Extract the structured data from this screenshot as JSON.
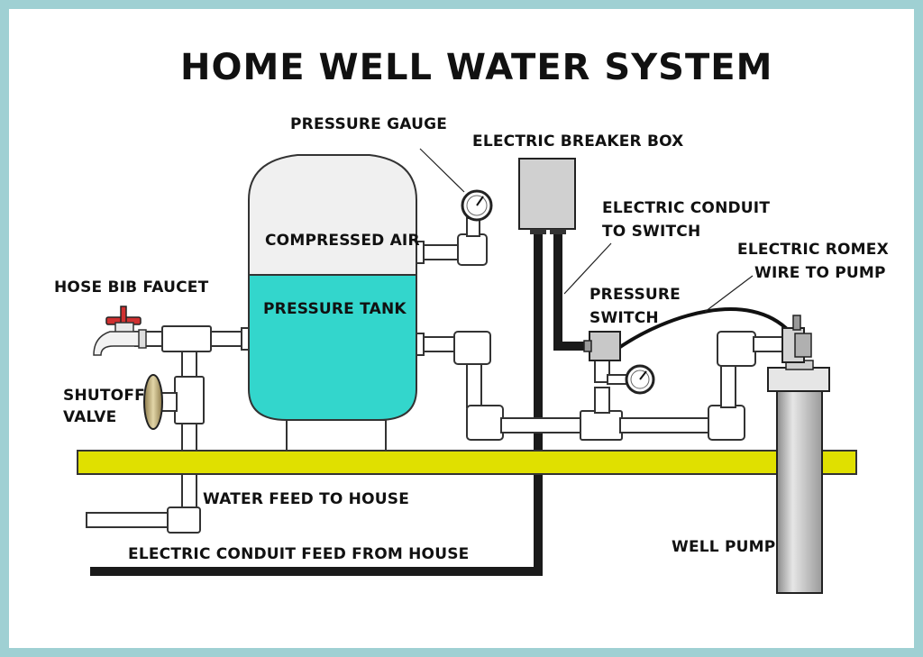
{
  "title": "HOME WELL WATER SYSTEM",
  "labels": {
    "pressure_gauge": "PRESSURE GAUGE",
    "electric_breaker_box": "ELECTRIC BREAKER BOX",
    "electric_conduit_to_switch_1": "ELECTRIC CONDUIT",
    "electric_conduit_to_switch_2": "TO SWITCH",
    "electric_romex_1": "ELECTRIC ROMEX",
    "electric_romex_2": "WIRE TO PUMP",
    "compressed_air": "COMPRESSED AIR",
    "pressure_tank": "PRESSURE TANK",
    "hose_bib_faucet": "HOSE BIB FAUCET",
    "pressure_switch_1": "PRESSURE",
    "pressure_switch_2": "SWITCH",
    "shutoff_valve_1": "SHUTOFF",
    "shutoff_valve_2": "VALVE",
    "water_feed_to_house": "WATER FEED TO HOUSE",
    "electric_conduit_feed_from_house": "ELECTRIC CONDUIT FEED FROM HOUSE",
    "well_pump": "WELL PUMP"
  },
  "colors": {
    "border": "#9fd0d3",
    "water": "#33d6cc",
    "air": "#f0f0f0",
    "floor": "#e0e000",
    "conduit": "#1a1a1a",
    "breaker_box": "#d0d0d0",
    "faucet_handle": "#d03030",
    "valve": "#c8b98a",
    "pump_casing": "#b8b8b8"
  }
}
